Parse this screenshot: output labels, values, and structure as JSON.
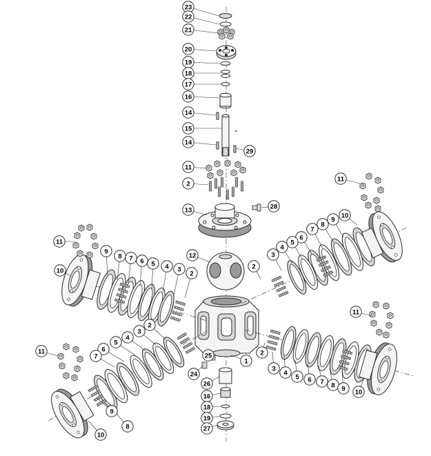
{
  "diagram": {
    "title": "",
    "colors": {
      "line": "#2a2a2a",
      "fill_light": "#f4f4f4",
      "fill_mid": "#d8d8d8",
      "fill_dark": "#9a9a9a",
      "balloon_fill": "#ffffff"
    },
    "callouts": [
      {
        "id": "c23",
        "label": "23"
      },
      {
        "id": "c22",
        "label": "22"
      },
      {
        "id": "c21",
        "label": "21"
      },
      {
        "id": "c20",
        "label": "20"
      },
      {
        "id": "c19a",
        "label": "19"
      },
      {
        "id": "c18a",
        "label": "18"
      },
      {
        "id": "c17",
        "label": "17"
      },
      {
        "id": "c16a",
        "label": "16"
      },
      {
        "id": "c14a",
        "label": "14"
      },
      {
        "id": "c15",
        "label": "15"
      },
      {
        "id": "c14b",
        "label": "14"
      },
      {
        "id": "c29",
        "label": "29"
      },
      {
        "id": "c11top",
        "label": "11"
      },
      {
        "id": "c2top",
        "label": "2"
      },
      {
        "id": "c13",
        "label": "13"
      },
      {
        "id": "c28",
        "label": "28"
      },
      {
        "id": "c12",
        "label": "12"
      },
      {
        "id": "c1",
        "label": "1"
      },
      {
        "id": "c11L",
        "label": "11"
      },
      {
        "id": "c10L",
        "label": "10"
      },
      {
        "id": "c9L",
        "label": "9"
      },
      {
        "id": "c8L",
        "label": "8"
      },
      {
        "id": "c7L",
        "label": "7"
      },
      {
        "id": "c6L",
        "label": "6"
      },
      {
        "id": "c5L",
        "label": "5"
      },
      {
        "id": "c4L",
        "label": "4"
      },
      {
        "id": "c3L",
        "label": "3"
      },
      {
        "id": "c2L",
        "label": "2"
      },
      {
        "id": "c11TR",
        "label": "11"
      },
      {
        "id": "c10TR",
        "label": "10"
      },
      {
        "id": "c9TR",
        "label": "9"
      },
      {
        "id": "c8TR",
        "label": "8"
      },
      {
        "id": "c7TR",
        "label": "7"
      },
      {
        "id": "c6TR",
        "label": "6"
      },
      {
        "id": "c5TR",
        "label": "5"
      },
      {
        "id": "c4TR",
        "label": "4"
      },
      {
        "id": "c3TR",
        "label": "3"
      },
      {
        "id": "c2TR",
        "label": "2"
      },
      {
        "id": "c2BL",
        "label": "2"
      },
      {
        "id": "c3BL",
        "label": "3"
      },
      {
        "id": "c4BL",
        "label": "4"
      },
      {
        "id": "c5BL",
        "label": "5"
      },
      {
        "id": "c6BL",
        "label": "6"
      },
      {
        "id": "c7BL",
        "label": "7"
      },
      {
        "id": "c11BL",
        "label": "11"
      },
      {
        "id": "c9BL",
        "label": "9"
      },
      {
        "id": "c8BL",
        "label": "8"
      },
      {
        "id": "c10BL",
        "label": "10"
      },
      {
        "id": "c11BR",
        "label": "11"
      },
      {
        "id": "c2BR",
        "label": "2"
      },
      {
        "id": "c3BR",
        "label": "3"
      },
      {
        "id": "c4BR",
        "label": "4"
      },
      {
        "id": "c5BR",
        "label": "5"
      },
      {
        "id": "c6BR",
        "label": "6"
      },
      {
        "id": "c7BR",
        "label": "7"
      },
      {
        "id": "c8BR",
        "label": "8"
      },
      {
        "id": "c9BR",
        "label": "9"
      },
      {
        "id": "c10BR",
        "label": "10"
      },
      {
        "id": "c24",
        "label": "24"
      },
      {
        "id": "c25",
        "label": "25"
      },
      {
        "id": "c26",
        "label": "26"
      },
      {
        "id": "c16b",
        "label": "16"
      },
      {
        "id": "c18b",
        "label": "18"
      },
      {
        "id": "c19b",
        "label": "19"
      },
      {
        "id": "c27",
        "label": "27"
      }
    ]
  }
}
